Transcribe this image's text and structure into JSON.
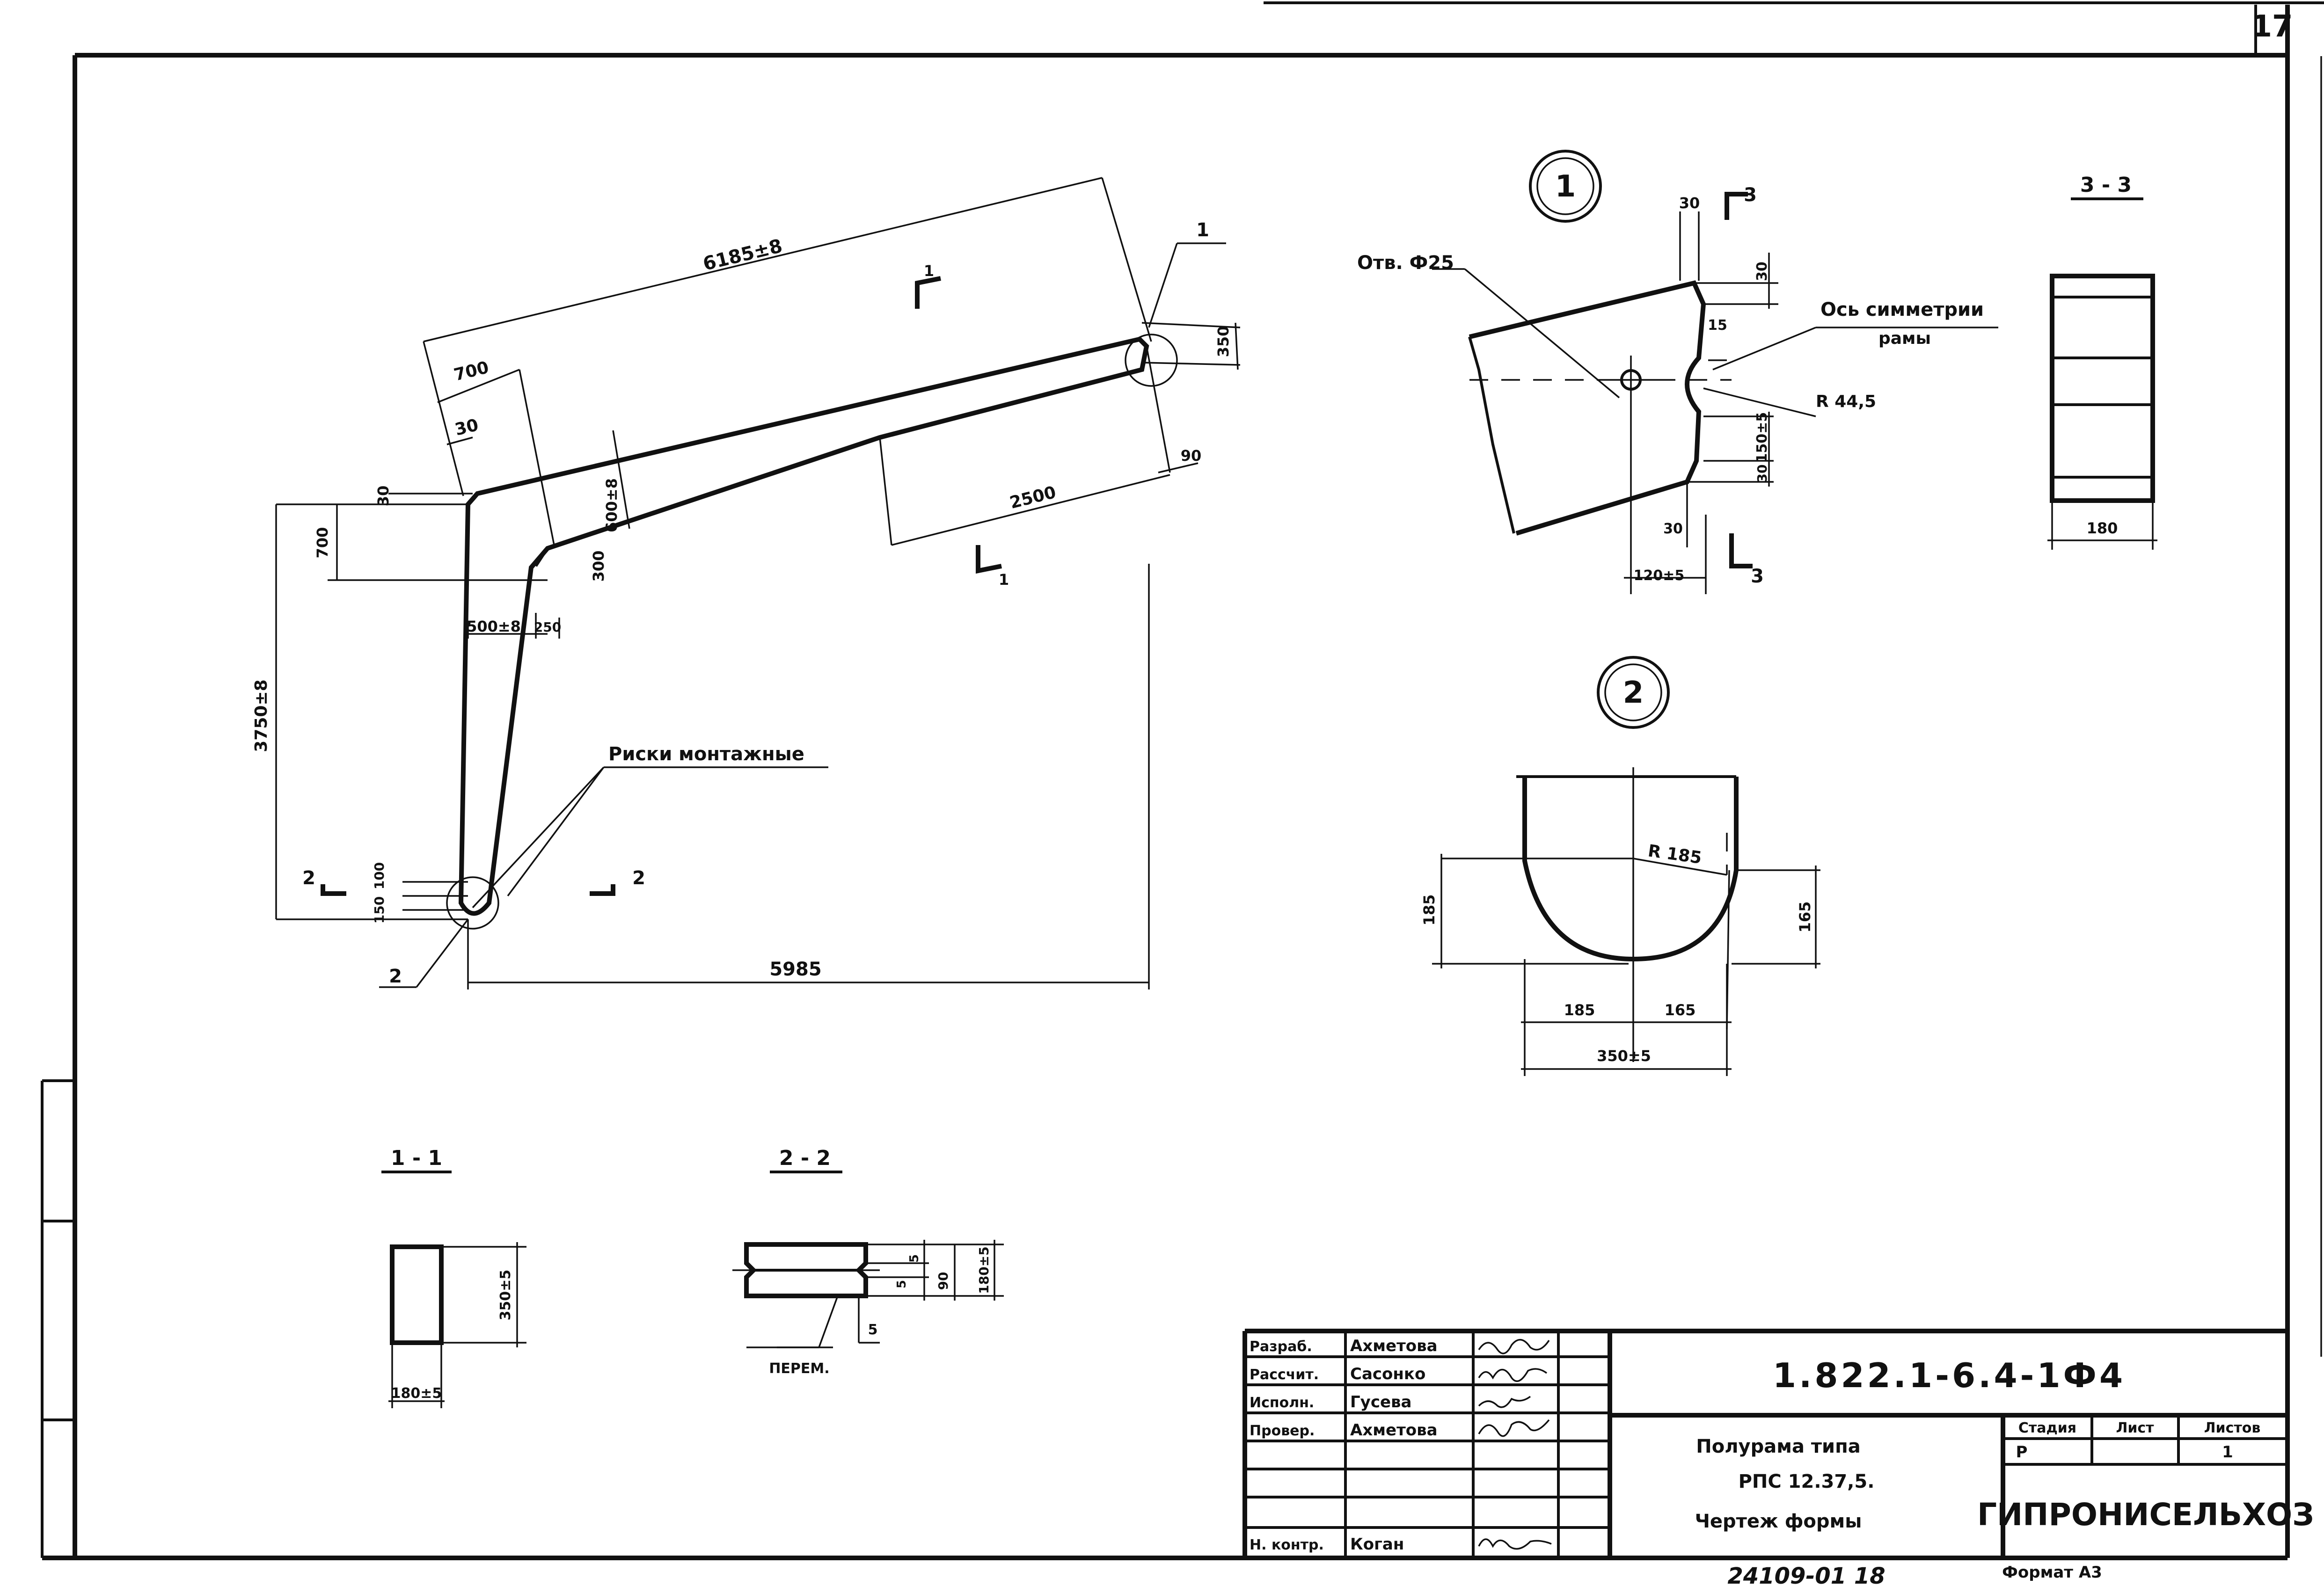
{
  "sheet_number": "17",
  "main_view": {
    "dims": {
      "length_top": "6185±8",
      "d_700_top": "700",
      "d_30_top": "30",
      "d_30_left": "30",
      "d_700_left": "700",
      "d_600": "600±8",
      "d_300": "300",
      "d_500": "500±8",
      "d_250": "250",
      "d_3750": "3750±8",
      "d_2500": "2500",
      "d_350": "350",
      "d_90": "90",
      "d_150": "150",
      "d_100": "100",
      "d_5985": "5985"
    },
    "labels": {
      "callout_1": "1",
      "callout_2": "2",
      "mounting_marks": "Риски монтажные",
      "cut_1_top": "1",
      "cut_1_bottom": "1",
      "cut_2_left": "2",
      "cut_2_right": "2"
    }
  },
  "node_1": {
    "title": "1",
    "hole": "Отв. Ф25",
    "axis_line1": "Ось симметрии",
    "axis_line2": "рамы",
    "radius": "R 44,5",
    "dims": {
      "d30_top": "30",
      "d30_right": "30",
      "d15": "15",
      "d150": "150±5",
      "d30_bottom": "30",
      "d30_low": "30",
      "d120": "120±5"
    },
    "cut_top": "3",
    "cut_bottom": "3"
  },
  "node_2": {
    "title": "2",
    "radius": "R 185",
    "dims": {
      "d185_left": "185",
      "d165_right": "165",
      "d185_bottom": "185",
      "d165_bottom": "165",
      "d350": "350±5"
    }
  },
  "section_3_3": {
    "title": "3 - 3",
    "width": "180"
  },
  "section_1_1": {
    "title": "1 - 1",
    "height": "350±5",
    "width": "180±5"
  },
  "section_2_2": {
    "title": "2 - 2",
    "d5a": "5",
    "d5b": "5",
    "d90": "90",
    "d180": "180±5",
    "d5c": "5",
    "note": "ПЕРЕМ."
  },
  "title_block": {
    "roles": [
      "Разраб.",
      "Рассчит.",
      "Исполн.",
      "Провер.",
      "",
      "",
      "Н. контр."
    ],
    "names": [
      "Ахметова",
      "Сасонко",
      "Гусева",
      "Ахметова",
      "",
      "",
      "Коган"
    ],
    "code": "1.822.1-6.4-1Ф4",
    "name_line1": "Полурама типа",
    "name_line2": "РПС 12.37,5.",
    "name_line3": "Чертеж формы",
    "stage_header": "Стадия",
    "sheet_header": "Лист",
    "sheets_header": "Листов",
    "stage_value": "Р",
    "sheet_value": "",
    "sheets_value": "1",
    "org": "ГИПРОНИСЕЛЬХОЗ",
    "bottom_number": "24109-01  18",
    "format": "Формат А3"
  }
}
